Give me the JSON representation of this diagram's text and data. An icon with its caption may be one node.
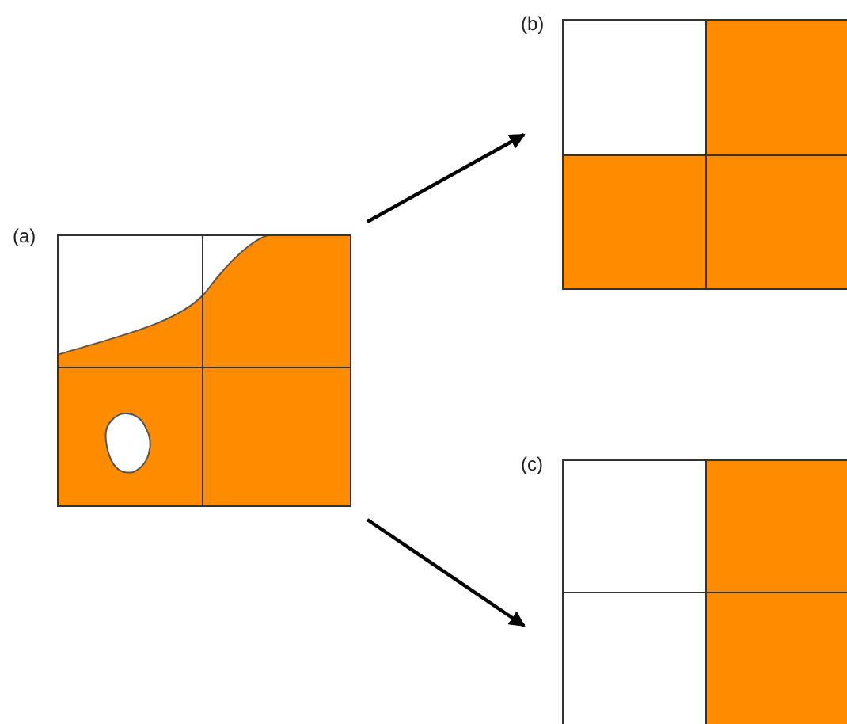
{
  "diagram": {
    "nodes": [
      {
        "text": [
          "(a)"
        ]
      },
      {
        "text": [
          "(b)"
        ]
      },
      {
        "text": [
          "(c)"
        ]
      }
    ],
    "edges": [
      {
        "from": 0,
        "to": 1,
        "arrow": "to"
      },
      {
        "from": 0,
        "to": 2,
        "arrow": "to"
      }
    ]
  }
}
